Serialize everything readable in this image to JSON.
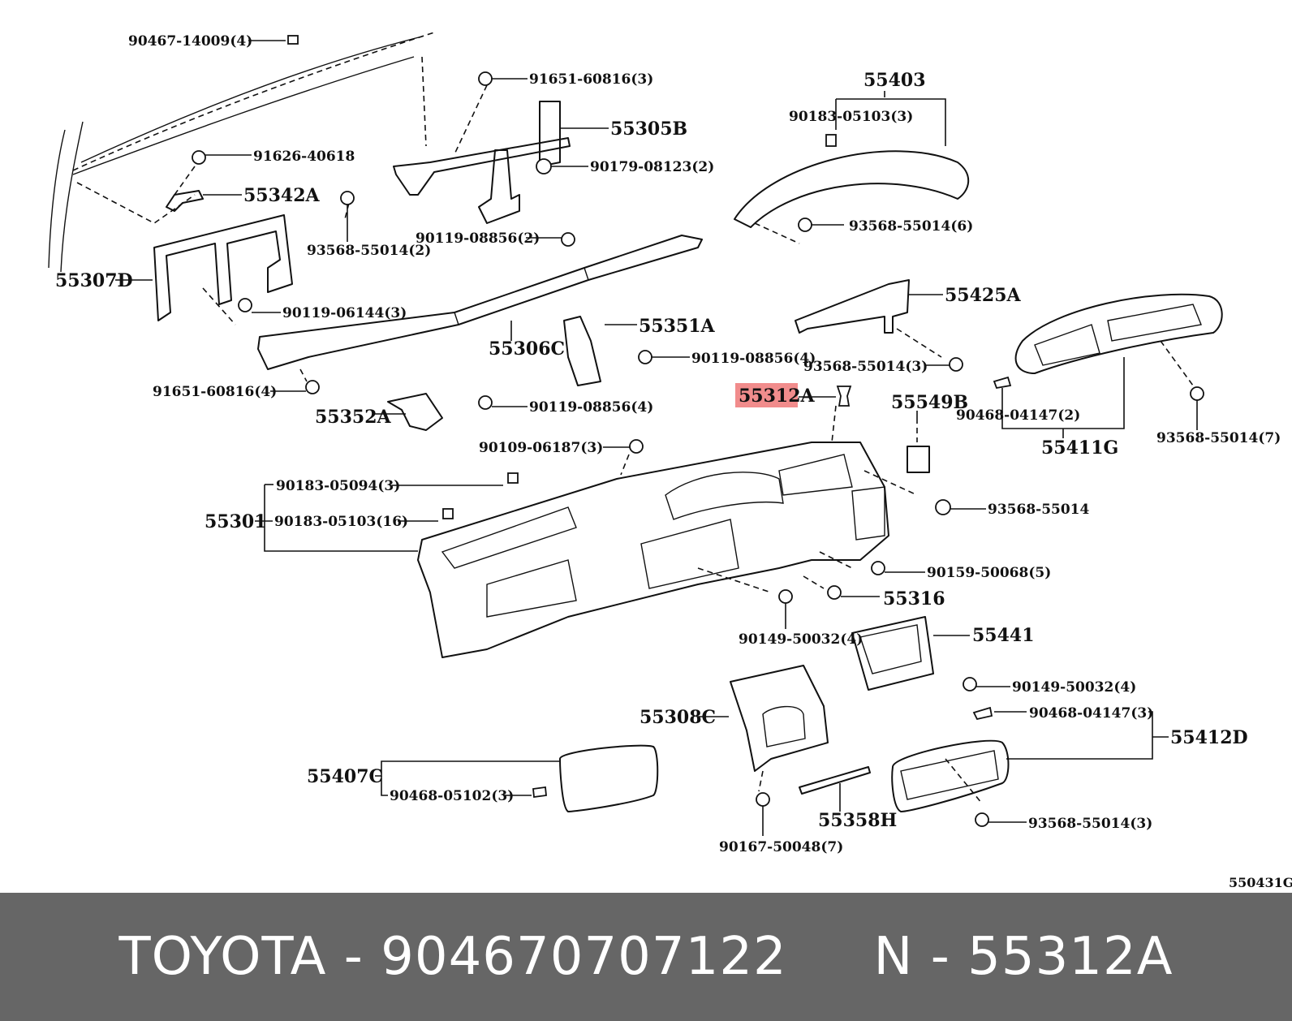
{
  "labels": {
    "l90467": "90467-14009(4)",
    "l91651a": "91651-60816(3)",
    "l55305B": "55305B",
    "l91626": "91626-40618",
    "l90179": "90179-08123(2)",
    "l55342A": "55342A",
    "l93568a": "93568-55014(2)",
    "l90119a": "90119-08856(2)",
    "l55307D": "55307D",
    "l90119b": "90119-06144(3)",
    "l55306C": "55306C",
    "l55351A": "55351A",
    "l90119c": "90119-08856(4)",
    "l91651b": "91651-60816(4)",
    "l55352A": "55352A",
    "l90119d": "90119-08856(4)",
    "l55403": "55403",
    "l90183a": "90183-05103(3)",
    "l93568b": "93568-55014(6)",
    "l55425A": "55425A",
    "l93568c": "93568-55014(3)",
    "l55312A": "55312A",
    "l55549B": "55549B",
    "l90468a": "90468-04147(2)",
    "l55411G": "55411G",
    "l93568d": "93568-55014(7)",
    "l90109": "90109-06187(3)",
    "l55301": "55301",
    "l90183b": "90183-05094(3)",
    "l90183c": "90183-05103(16)",
    "l93568e": "93568-55014",
    "l90159": "90159-50068(5)",
    "l55316": "55316",
    "l90149a": "90149-50032(4)",
    "l55441": "55441",
    "l90149b": "90149-50032(4)",
    "l55308C": "55308C",
    "l90468b": "90468-04147(3)",
    "l55412D": "55412D",
    "l55407C": "55407C",
    "l90468c": "90468-05102(3)",
    "l55358H": "55358H",
    "l93568f": "93568-55014(3)",
    "l90167": "90167-50048(7)",
    "ref": "550431G"
  },
  "highlight": {
    "part": "55312A",
    "color": "#f18c8c"
  },
  "footer": {
    "text": "TOYOTA - 904670707122     N - 55312A",
    "background": "#666666",
    "color": "#ffffff"
  }
}
